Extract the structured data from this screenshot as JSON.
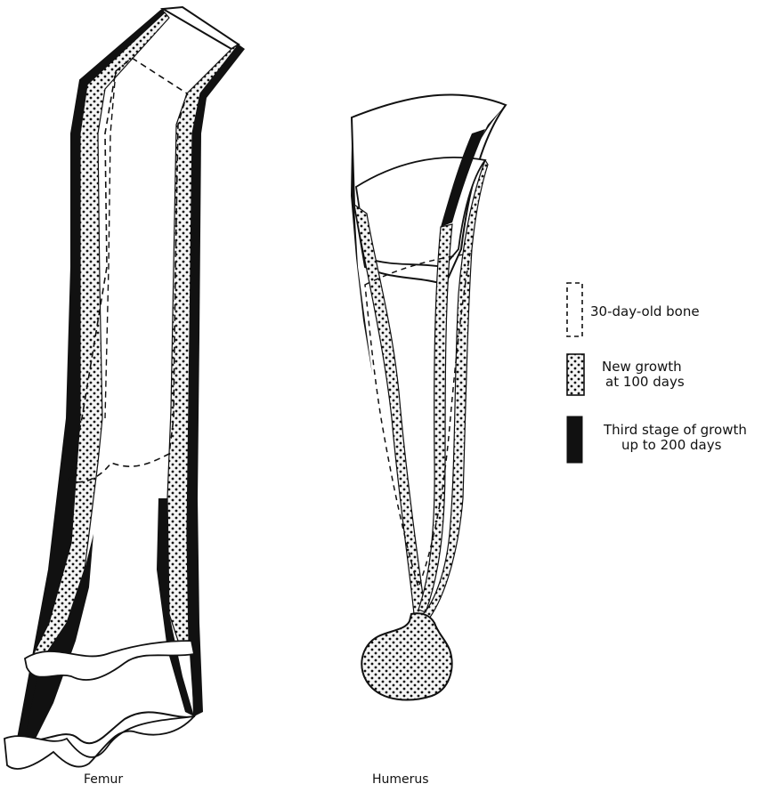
{
  "labels": {
    "femur": "Femur",
    "humerus": "Humerus"
  },
  "legend": {
    "items": [
      {
        "key": "old_bone",
        "swatch": "dashed-outline",
        "lines": [
          "30-day-old bone"
        ]
      },
      {
        "key": "new_growth",
        "swatch": "stippled",
        "lines": [
          "New growth",
          "at 100 days"
        ]
      },
      {
        "key": "third_stage",
        "swatch": "solid-black",
        "lines": [
          "Third stage of growth",
          "up to 200 days"
        ]
      }
    ]
  },
  "colors": {
    "ink": "#111111",
    "stipple_fill": "#f2f2f2"
  }
}
